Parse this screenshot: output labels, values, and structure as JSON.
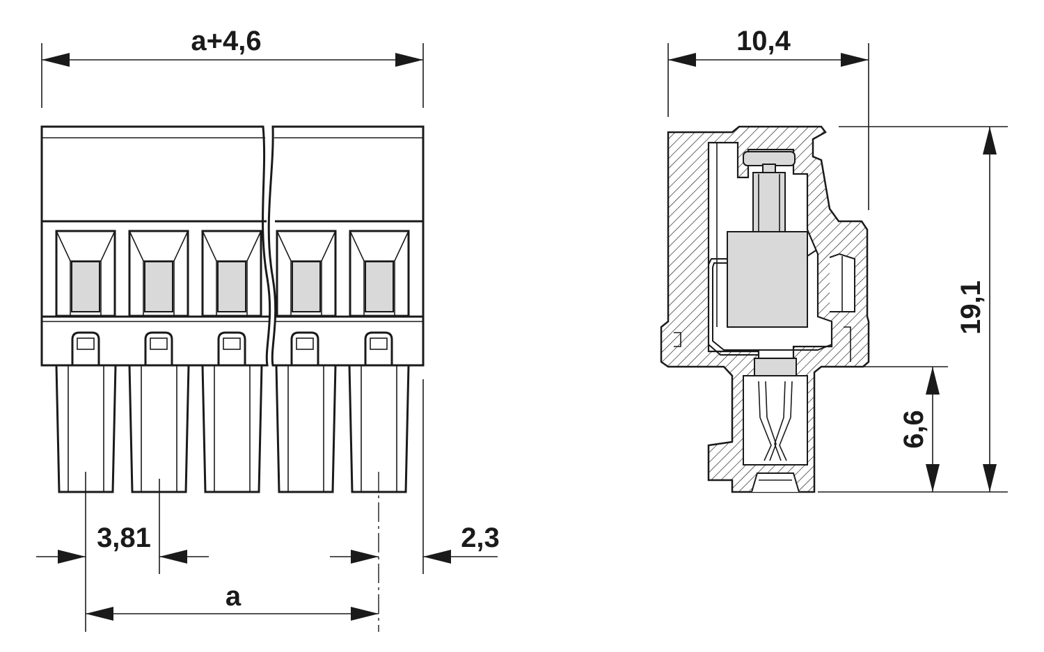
{
  "dimensions": {
    "overall_width": "a+4,6",
    "side_width": "10,4",
    "height": "19,1",
    "pin_length": "6,6",
    "pitch": "3,81",
    "pitch_span": "a",
    "edge_offset": "2,3"
  },
  "views": {
    "front": {
      "pin_count": 5,
      "has_break_line": true
    },
    "side_section": {
      "hatched": true
    }
  }
}
